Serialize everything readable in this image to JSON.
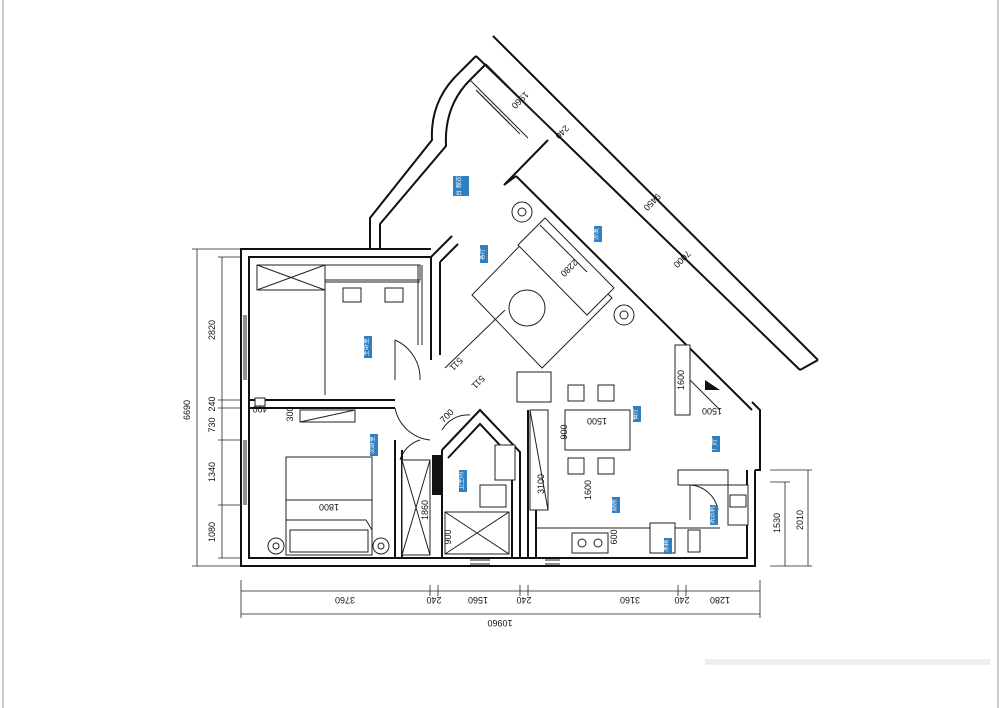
{
  "drawing": {
    "room_labels": [
      {
        "id": "balcony",
        "text": "阳台 晾衣架"
      },
      {
        "id": "living",
        "text": "客厅"
      },
      {
        "id": "sofa",
        "text": "沙发"
      },
      {
        "id": "master",
        "text": "主卧室"
      },
      {
        "id": "second",
        "text": "次卧室"
      },
      {
        "id": "bath",
        "text": "卫生间"
      },
      {
        "id": "dining",
        "text": "餐厅"
      },
      {
        "id": "kitchen",
        "text": "厨房"
      },
      {
        "id": "entry",
        "text": "门厅"
      },
      {
        "id": "fridge",
        "text": "冰箱"
      },
      {
        "id": "washer",
        "text": "洗衣机"
      }
    ],
    "dims_left": [
      "6690",
      "2820",
      "240",
      "730",
      "1340",
      "1080"
    ],
    "dims_bottom": [
      "3760",
      "240",
      "1560",
      "240",
      "3160",
      "240",
      "1280"
    ],
    "dim_total": "10960",
    "dims_right": [
      "1530",
      "2010"
    ],
    "dims_diagonal": [
      "1960",
      "240",
      "9450",
      "7000"
    ],
    "dims_internal": [
      "1800",
      "1500",
      "900",
      "1600",
      "3100",
      "1860",
      "900",
      "600",
      "700",
      "511",
      "511",
      "300",
      "400",
      "1500",
      "1600",
      "2280"
    ]
  }
}
